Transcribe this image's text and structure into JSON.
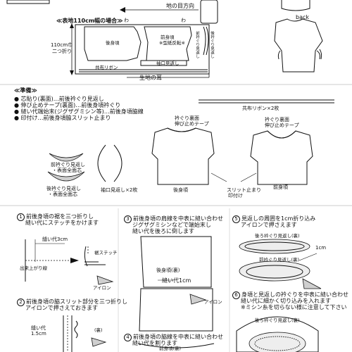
{
  "layout_section": {
    "direction_label": "地の目方向",
    "fabric_width_label": "≪表地110cm幅の場合≫",
    "fold_label_line1": "110cm巾",
    "fold_label_line2": "二つ折り",
    "wa_left": "わ",
    "wa_right": "わ",
    "back_body": "後身頃",
    "front_body_line1": "前身頃",
    "front_body_line2": "※型紙反転※",
    "front_facing": "前衿ぐり見返し",
    "back_facing": "後衿ぐり見返し",
    "sleeve_facing": "袖口見返し",
    "ribbon_label": "共布リボン",
    "selvage_label": "生地の耳"
  },
  "preview": {
    "back_label": "back"
  },
  "prep_section": {
    "title": "≪準備≫",
    "items": [
      "芯貼り(裏面)…前後衿ぐり見返し",
      "伸び止めテープ(裏面)…前後身頃衿ぐり",
      "縫い代端始末(ジグザグミシン等)…前後身頃脇線",
      "印付け…前後身頃脇スリット止まり"
    ],
    "ribbon_label": "共布リボン×2枚",
    "neck_tape_left": "衿ぐり裏面",
    "neck_tape_left2": "伸び止めテープ",
    "neck_tape_right": "衿ぐり裏面",
    "neck_tape_right2": "伸び止めテープ",
    "front_facing_line1": "前衿ぐり見返し",
    "front_facing_line2": "・表面全面芯",
    "back_facing_line1": "後衿ぐり見返し",
    "back_facing_line2": "・表面全面芯",
    "sleeve_facing_label": "袖口見返し×2枚",
    "back_body_label": "後身頃",
    "front_body_label": "前身頃",
    "slit_line1": "スリット止まり",
    "slit_line2": "印付け"
  },
  "steps": {
    "step1_title_line1": "前後身頃の裾を三つ折りし",
    "step1_title_line2": "縫い代にステッチをかけます",
    "step1_seam": "縫い代3cm",
    "step1_hem_stitch": "裾ステッチ",
    "step1_finish_line": "出来上がり線",
    "step1_iron": "アイロン",
    "step2_title_line1": "前後身頃の脇スリット部分を三つ折りし",
    "step2_title_line2": "アイロンで押さえておきます",
    "step2_seam_line1": "縫い代",
    "step2_seam_line2": "1.5cm",
    "step2_back": "(裏)",
    "step3_title_line1": "前後身頃の肩線を中表に縫い合わせ",
    "step3_title_line2": "ジグザグミシンなどで端始末し",
    "step3_title_line3": "縫い代を後ろに倒します",
    "step3_back_body": "後身頃(裏)",
    "step3_seam": "縫い代1cm",
    "step3_iron": "アイロン",
    "step4_title_line1": "前後身頃の脇線を中表に縫い合わせ",
    "step4_title_line2": "縫い代を割ります",
    "step4_label": "前身頃(裏)",
    "step5_title_line1": "見返しの周囲を1cm折り込み",
    "step5_title_line2": "アイロンで押さえます",
    "step5_back_facing": "後ろ衿ぐり見返し(裏)",
    "step5_seam": "1cm",
    "step5_front_facing": "前衿ぐり見返し(裏)",
    "step6_title_line1": "身頃と見返しの衿ぐりを中表に縫い合わせ",
    "step6_title_line2": "縫い代に細かく切り込みを入れます",
    "step6_title_line3": "※ミシン糸を切らない様に注意して下さい",
    "step6_label": "後ろ衿ぐり見返し(裏)",
    "step1_num": "1",
    "step2_num": "2",
    "step3_num": "3",
    "step4_num": "4",
    "step5_num": "5",
    "step6_num": "6"
  }
}
